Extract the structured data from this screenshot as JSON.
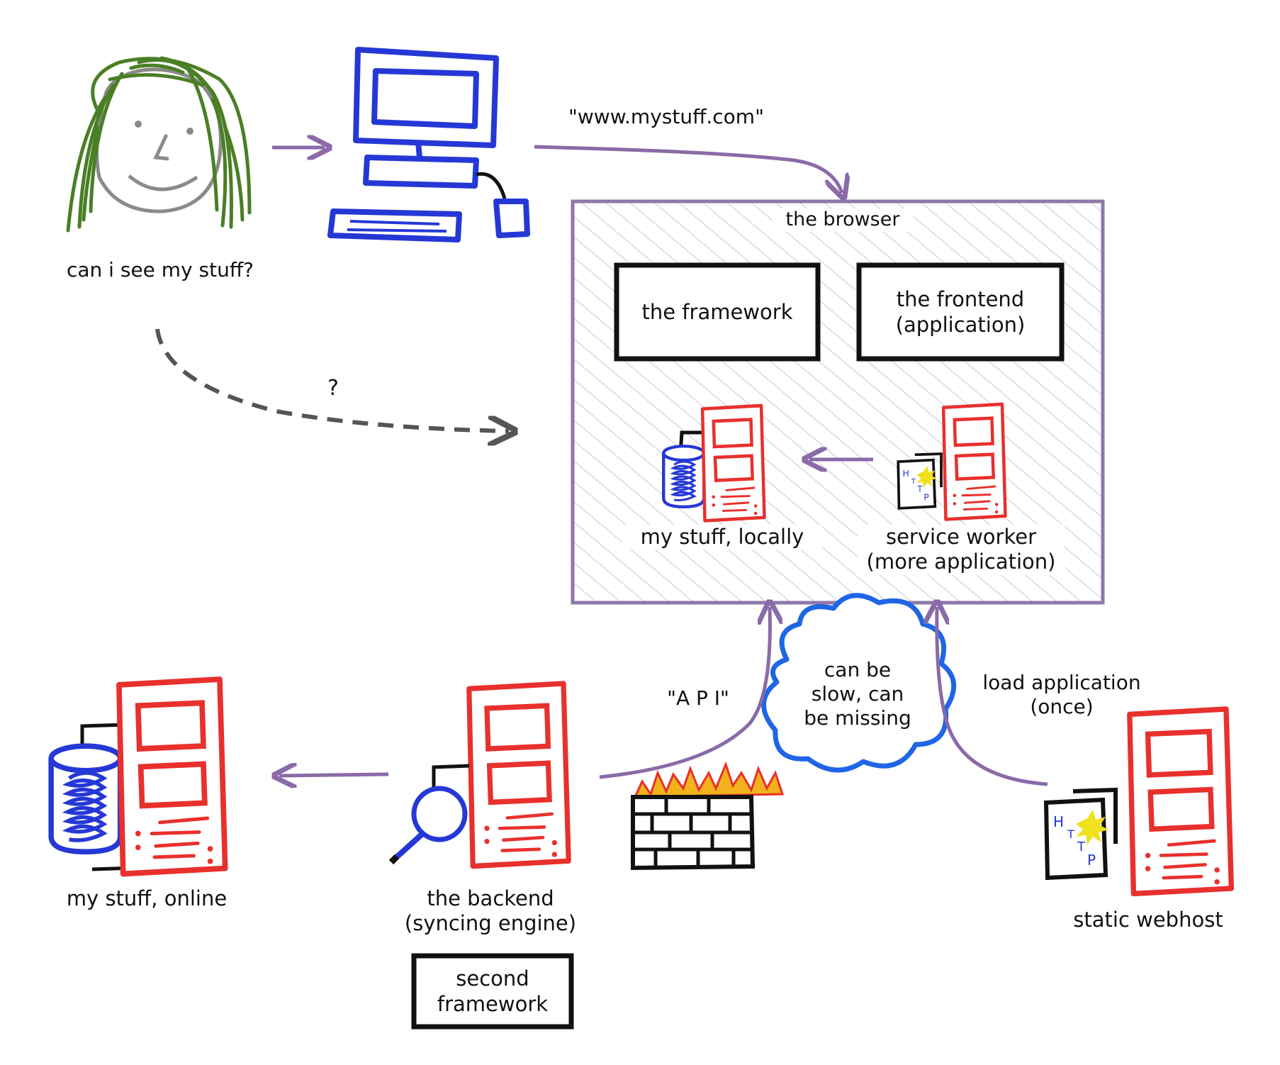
{
  "user": {
    "label": "can i see my stuff?"
  },
  "url": {
    "label": "\"www.mystuff.com\""
  },
  "question_mark": "?",
  "browser": {
    "title": "the browser",
    "framework": "the framework",
    "frontend": {
      "line1": "the frontend",
      "line2": "(application)"
    },
    "local_store": "my stuff, locally",
    "service_worker": {
      "line1": "service worker",
      "line2": "(more application)"
    }
  },
  "network": {
    "line1": "can be",
    "line2": "slow, can",
    "line3": "be missing"
  },
  "api": "\"A P I\"",
  "load_app": {
    "line1": "load application",
    "line2": "(once)"
  },
  "online_store": "my stuff, online",
  "backend": {
    "line1": "the backend",
    "line2": "(syncing engine)"
  },
  "second_framework": {
    "line1": "second",
    "line2": "framework"
  },
  "webhost": "static webhost",
  "colors": {
    "arrow": "#8a6aa8",
    "browser_border": "#8e78aa",
    "hatch": "#c9c6d3",
    "server": "#e8302d",
    "database": "#2538d6",
    "computer": "#2538d6",
    "hair": "#4a7f25",
    "face": "#8a8a8a",
    "cloud": "#1f66e6",
    "fire": "#f2b21c",
    "doc_text": "#2538d6",
    "doc_sun": "#f0e11d"
  },
  "icons": [
    "person-icon",
    "computer-icon",
    "database-server-icon",
    "http-server-icon",
    "magnifier-icon",
    "firewall-icon",
    "cloud-icon"
  ]
}
